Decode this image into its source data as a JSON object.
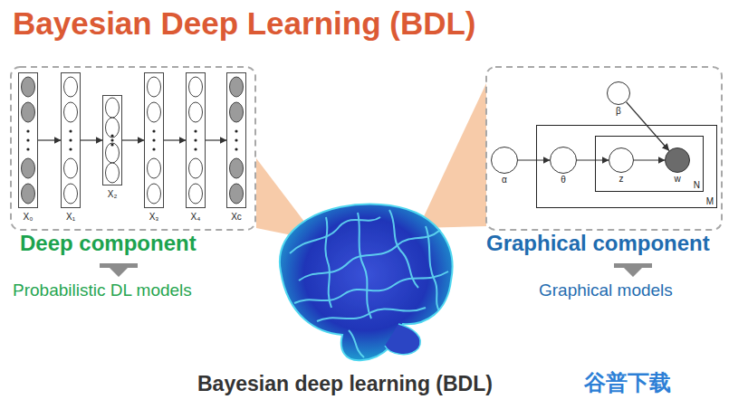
{
  "diagram": {
    "title": "Bayesian Deep Learning (BDL)",
    "caption": "Bayesian deep learning (BDL)",
    "nodes": [
      {
        "text": [
          "X₀"
        ]
      },
      {
        "text": [
          "X₁"
        ]
      },
      {
        "text": [
          "X₂"
        ]
      },
      {
        "text": [
          "X₃"
        ]
      },
      {
        "text": [
          "X₄"
        ]
      },
      {
        "text": [
          "Xc"
        ]
      },
      {
        "text": [
          "β"
        ]
      },
      {
        "text": [
          "α"
        ]
      },
      {
        "text": [
          "M"
        ]
      },
      {
        "text": [
          "θ"
        ],
        "in": 8
      },
      {
        "text": [
          "N"
        ],
        "in": 8
      },
      {
        "text": [
          "z"
        ],
        "in": 10
      },
      {
        "text": [
          "w"
        ],
        "in": 10
      }
    ],
    "edges": [
      {
        "from": 0,
        "to": 1,
        "arrow": "to"
      },
      {
        "from": 1,
        "to": 2,
        "arrow": "to"
      },
      {
        "from": 2,
        "to": 3,
        "arrow": "to"
      },
      {
        "from": 3,
        "to": 4,
        "arrow": "to"
      },
      {
        "from": 4,
        "to": 5,
        "arrow": "to"
      },
      {
        "from": 7,
        "to": 9,
        "arrow": "to"
      },
      {
        "from": 9,
        "to": 11,
        "arrow": "to"
      },
      {
        "from": 11,
        "to": 12,
        "arrow": "to"
      },
      {
        "from": 6,
        "to": 12,
        "arrow": "to"
      }
    ],
    "labels": [
      "Deep component",
      "Probabilistic DL models",
      "Graphical component",
      "Graphical models",
      "谷普下载"
    ]
  }
}
